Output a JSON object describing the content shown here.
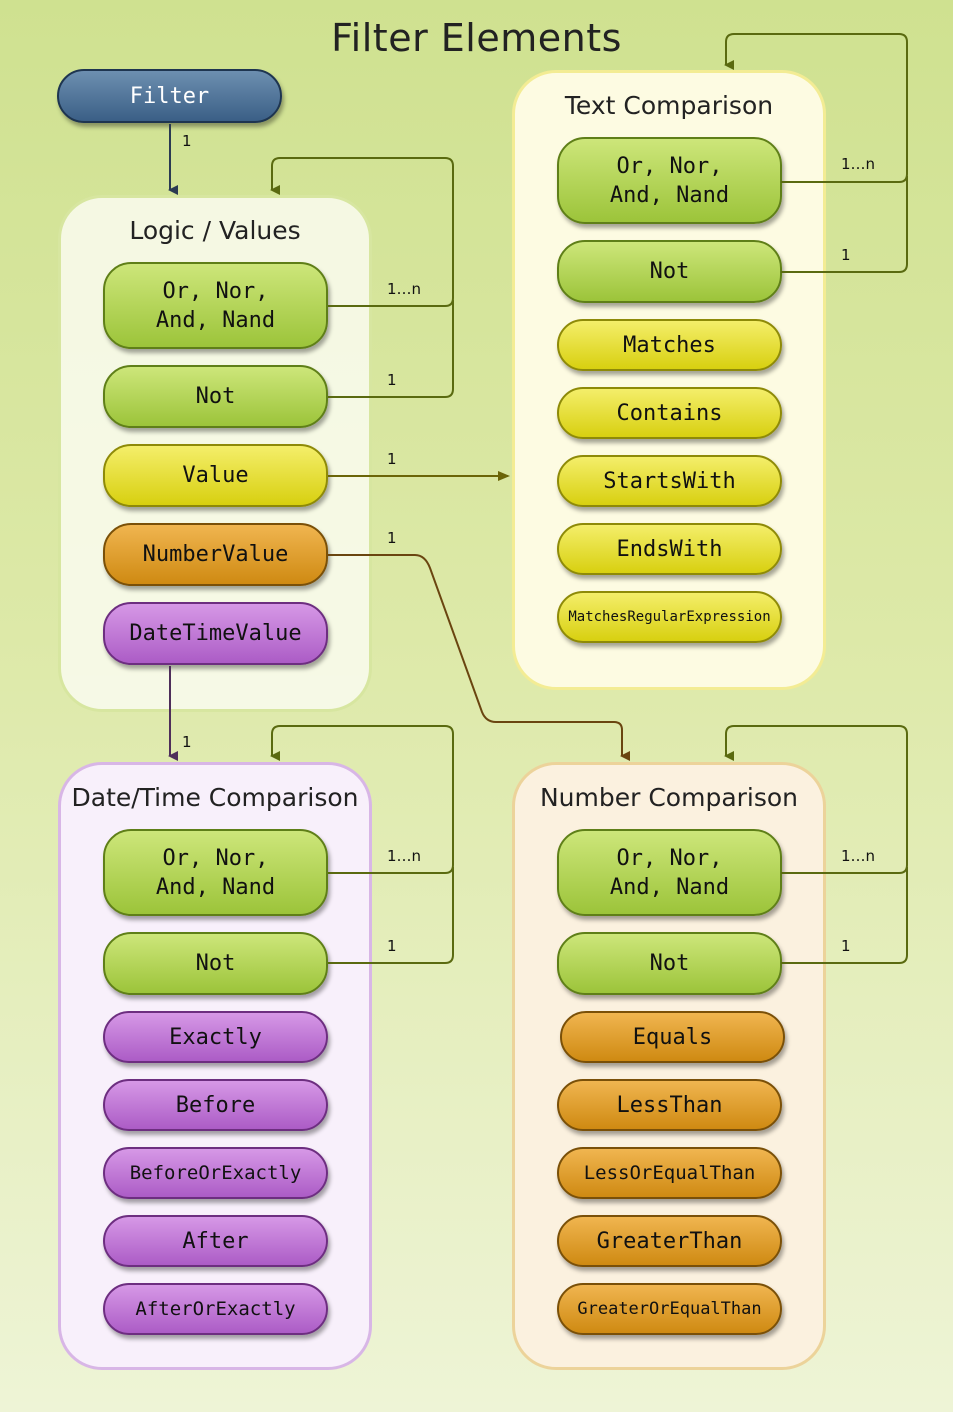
{
  "title": "Filter Elements",
  "filter_label": "Filter",
  "groups": {
    "logic": {
      "title": "Logic / Values",
      "items": [
        "Or, Nor,\nAnd, Nand",
        "Not",
        "Value",
        "NumberValue",
        "DateTimeValue"
      ]
    },
    "text": {
      "title": "Text Comparison",
      "items": [
        "Or, Nor,\nAnd, Nand",
        "Not",
        "Matches",
        "Contains",
        "StartsWith",
        "EndsWith",
        "MatchesRegularExpression"
      ]
    },
    "date": {
      "title": "Date/Time Comparison",
      "items": [
        "Or, Nor,\nAnd, Nand",
        "Not",
        "Exactly",
        "Before",
        "BeforeOrExactly",
        "After",
        "AfterOrExactly"
      ]
    },
    "number": {
      "title": "Number Comparison",
      "items": [
        "Or, Nor,\nAnd, Nand",
        "Not",
        "Equals",
        "LessThan",
        "LessOrEqualThan",
        "GreaterThan",
        "GreaterOrEqualThan"
      ]
    }
  },
  "multiplicity": {
    "filter_to_logic": "1",
    "logic_combine": "1…n",
    "logic_not": "1",
    "value_to_text": "1",
    "number_to_number": "1",
    "datetime_to_date": "1",
    "text_combine": "1…n",
    "text_not": "1",
    "date_combine": "1…n",
    "date_not": "1",
    "number_combine": "1…n",
    "number_not": "1"
  },
  "colors": {
    "logic": "#9cc43a",
    "text": "#d8d010",
    "number": "#cf8a12",
    "date": "#ac5cc6",
    "filter": "#3b5f86"
  }
}
